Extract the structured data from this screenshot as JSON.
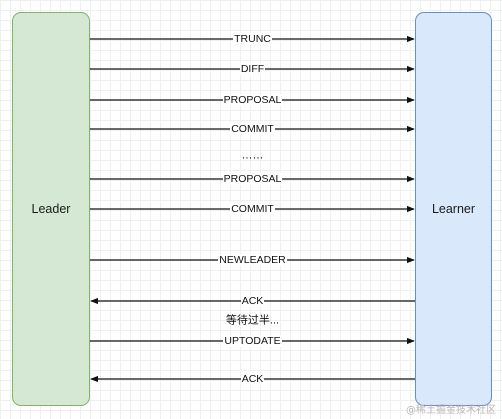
{
  "nodes": {
    "leader": "Leader",
    "learner": "Learner"
  },
  "messages": [
    {
      "label": "TRUNC",
      "direction": "leader-to-learner"
    },
    {
      "label": "DIFF",
      "direction": "leader-to-learner"
    },
    {
      "label": "PROPOSAL",
      "direction": "leader-to-learner"
    },
    {
      "label": "COMMIT",
      "direction": "leader-to-learner"
    },
    {
      "label": "PROPOSAL",
      "direction": "leader-to-learner"
    },
    {
      "label": "COMMIT",
      "direction": "leader-to-learner"
    },
    {
      "label": "NEWLEADER",
      "direction": "leader-to-learner"
    },
    {
      "label": "ACK",
      "direction": "learner-to-leader"
    },
    {
      "label": "UPTODATE",
      "direction": "leader-to-learner"
    },
    {
      "label": "ACK",
      "direction": "learner-to-leader"
    }
  ],
  "notes": {
    "ellipsis": "……",
    "wait_majority": "等待过半..."
  },
  "watermark": "@稀土掘金技术社区",
  "colors": {
    "leader_fill": "#d5e8d4",
    "leader_border": "#82b366",
    "learner_fill": "#dae8fc",
    "learner_border": "#6c8ebf",
    "arrow": "#111111"
  }
}
